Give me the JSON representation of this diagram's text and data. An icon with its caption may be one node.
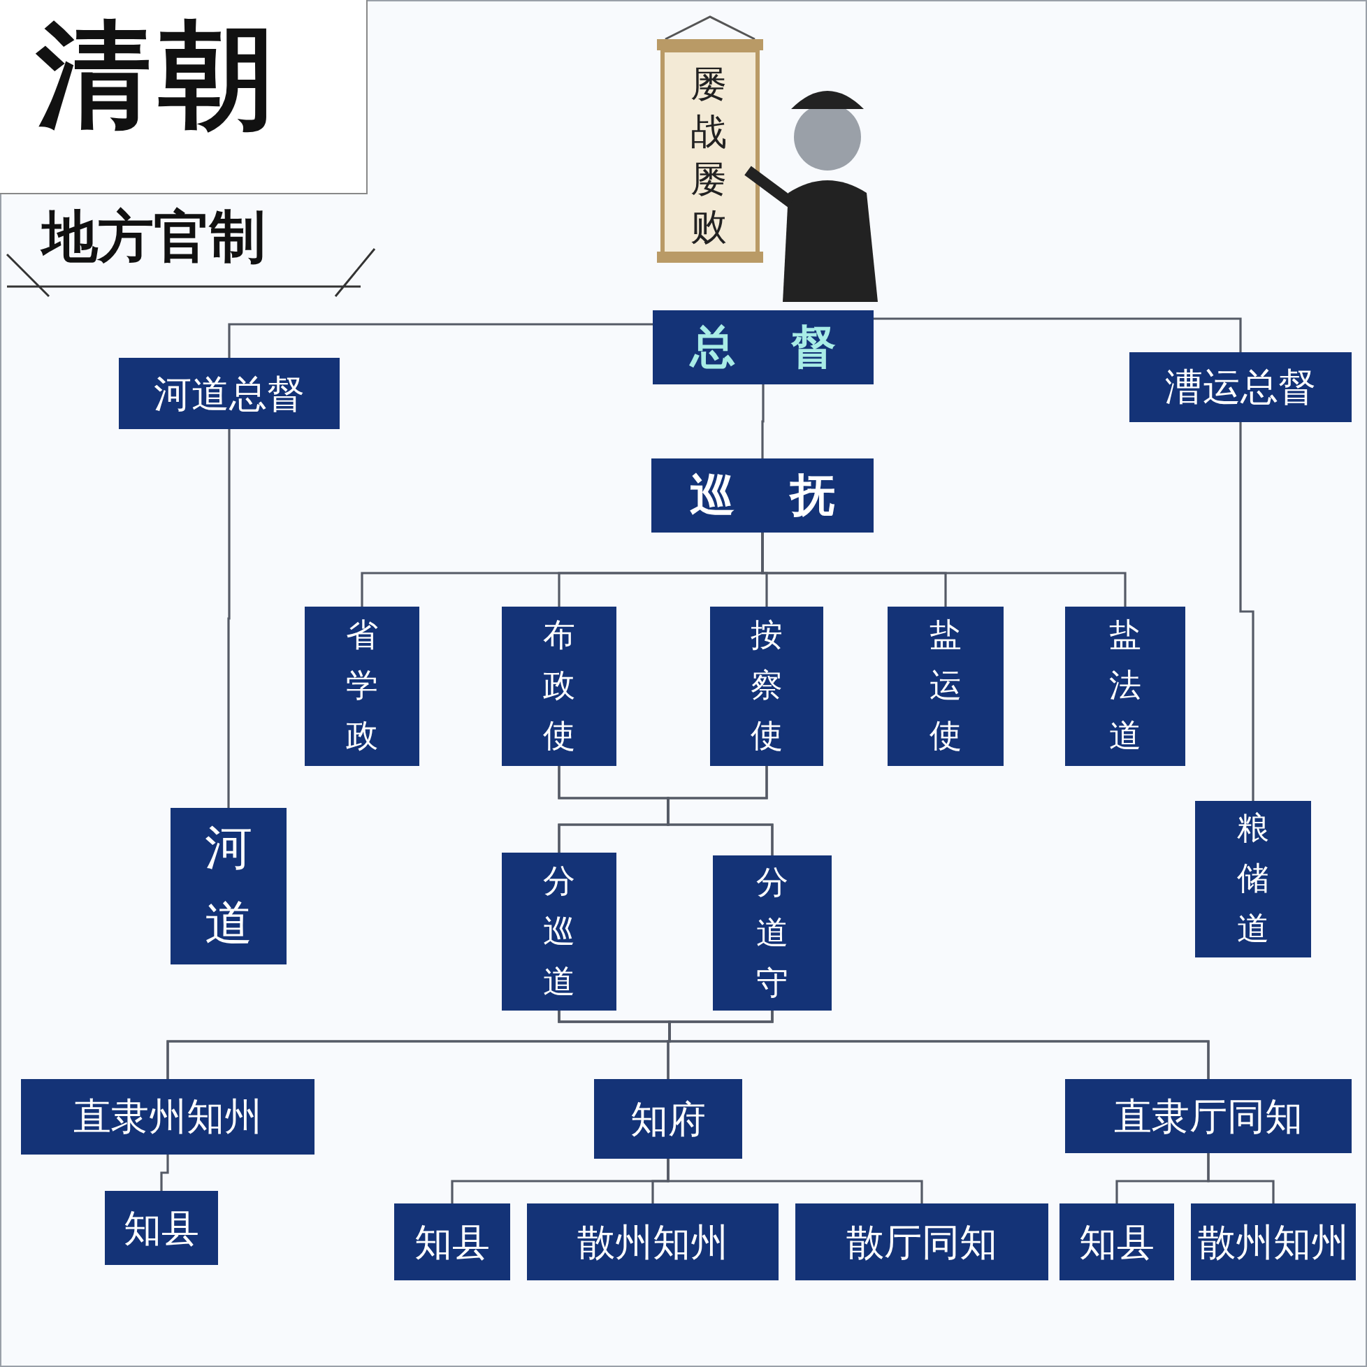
{
  "diagram": {
    "title": "清朝",
    "nodes": [
      {
        "text": [
          "总督"
        ]
      },
      {
        "text": [
          "河道总督"
        ]
      },
      {
        "text": [
          "漕运总督"
        ]
      },
      {
        "text": [
          "巡抚"
        ]
      },
      {
        "text": [
          "省学政"
        ]
      },
      {
        "text": [
          "布政使"
        ]
      },
      {
        "text": [
          "按察使"
        ]
      },
      {
        "text": [
          "盐运使"
        ]
      },
      {
        "text": [
          "盐法道"
        ]
      },
      {
        "text": [
          "河道"
        ]
      },
      {
        "text": [
          "粮储道"
        ]
      },
      {
        "text": [
          "分巡道"
        ]
      },
      {
        "text": [
          "分道守"
        ]
      },
      {
        "text": [
          "直隶州知州"
        ]
      },
      {
        "text": [
          "知府"
        ]
      },
      {
        "text": [
          "直隶厅同知"
        ]
      },
      {
        "text": [
          "知县"
        ]
      },
      {
        "text": [
          "知县"
        ]
      },
      {
        "text": [
          "散州知州"
        ]
      },
      {
        "text": [
          "散厅同知"
        ]
      },
      {
        "text": [
          "知县"
        ]
      },
      {
        "text": [
          "散州知州"
        ]
      }
    ],
    "edges": [
      {
        "from": 0,
        "to": 1,
        "arrow": "none"
      },
      {
        "from": 0,
        "to": 2,
        "arrow": "none"
      },
      {
        "from": 0,
        "to": 3,
        "arrow": "none"
      },
      {
        "from": 1,
        "to": 9,
        "arrow": "none"
      },
      {
        "from": 2,
        "to": 10,
        "arrow": "none"
      },
      {
        "from": 3,
        "to": 4,
        "arrow": "none"
      },
      {
        "from": 3,
        "to": 5,
        "arrow": "none"
      },
      {
        "from": 3,
        "to": 6,
        "arrow": "none"
      },
      {
        "from": 3,
        "to": 7,
        "arrow": "none"
      },
      {
        "from": 3,
        "to": 8,
        "arrow": "none"
      },
      {
        "from": 5,
        "to": 11,
        "arrow": "none"
      },
      {
        "from": 5,
        "to": 12,
        "arrow": "none"
      },
      {
        "from": 6,
        "to": 11,
        "arrow": "none"
      },
      {
        "from": 6,
        "to": 12,
        "arrow": "none"
      },
      {
        "from": 11,
        "to": 13,
        "arrow": "none"
      },
      {
        "from": 11,
        "to": 14,
        "arrow": "none"
      },
      {
        "from": 11,
        "to": 15,
        "arrow": "none"
      },
      {
        "from": 12,
        "to": 13,
        "arrow": "none"
      },
      {
        "from": 12,
        "to": 14,
        "arrow": "none"
      },
      {
        "from": 12,
        "to": 15,
        "arrow": "none"
      },
      {
        "from": 13,
        "to": 16,
        "arrow": "none"
      },
      {
        "from": 14,
        "to": 17,
        "arrow": "none"
      },
      {
        "from": 14,
        "to": 18,
        "arrow": "none"
      },
      {
        "from": 14,
        "to": 19,
        "arrow": "none"
      },
      {
        "from": 15,
        "to": 20,
        "arrow": "none"
      },
      {
        "from": 15,
        "to": 21,
        "arrow": "none"
      }
    ],
    "labels": [
      "地方官制",
      "屡战屡败"
    ]
  }
}
